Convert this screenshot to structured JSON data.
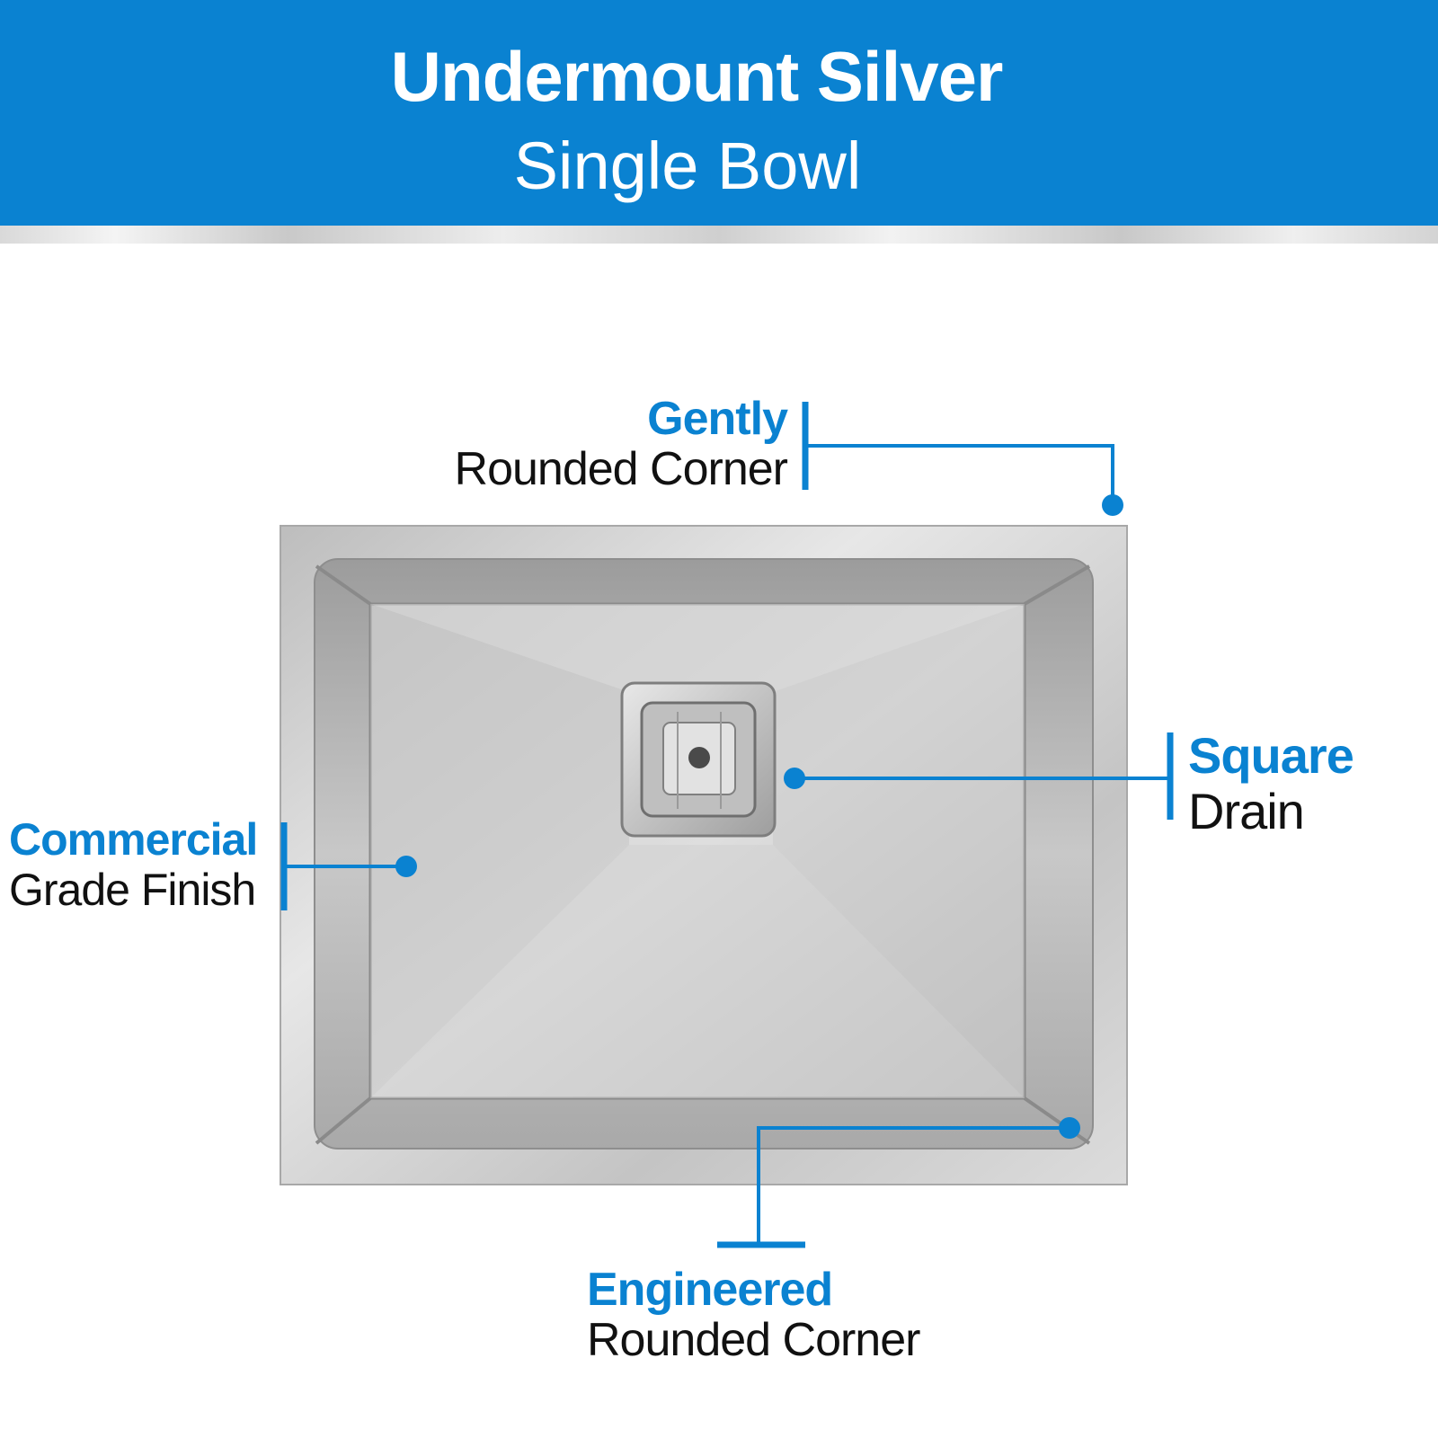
{
  "header": {
    "title": "Undermount Silver",
    "subtitle": "Single Bowl"
  },
  "callouts": {
    "top": {
      "strong": "Gently",
      "plain": "Rounded Corner"
    },
    "right": {
      "strong": "Square",
      "plain": "Drain"
    },
    "left": {
      "strong": "Commercial",
      "plain": "Grade Finish"
    },
    "bottom": {
      "strong": "Engineered",
      "plain": "Rounded Corner"
    }
  },
  "colors": {
    "accent": "#0a82d1",
    "banner_text": "#ffffff",
    "label_text": "#111111"
  },
  "image": {
    "subject": "stainless-steel-sink-icon"
  }
}
